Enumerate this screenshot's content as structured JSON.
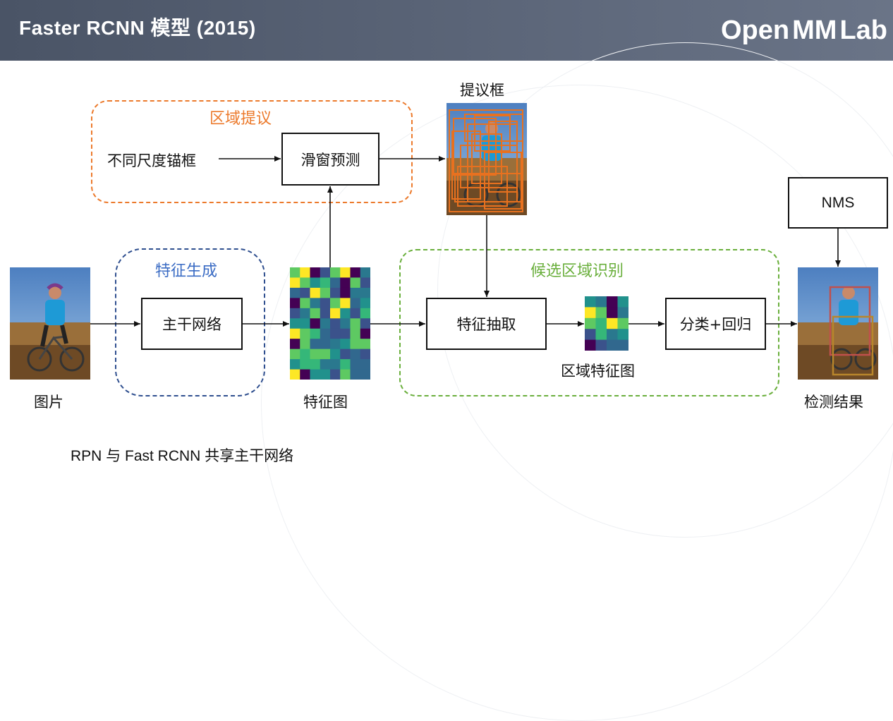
{
  "header": {
    "title": "Faster RCNN 模型 (2015)",
    "logo_left": "Open",
    "logo_mid": "MM",
    "logo_right": "Lab"
  },
  "groups": {
    "rpn": "区域提议",
    "backbone": "特征生成",
    "roi": "候选区域识别"
  },
  "boxes": {
    "sliding": "滑窗预测",
    "backbone": "主干网络",
    "extract": "特征抽取",
    "cls": "分类+回归",
    "nms": "NMS"
  },
  "labels": {
    "anchors": "不同尺度锚框",
    "proposals": "提议框",
    "image": "图片",
    "featmap": "特征图",
    "roifeat": "区域特征图",
    "result": "检测结果"
  },
  "footnote": "RPN 与 Fast RCNN 共享主干网络",
  "colors": {
    "orange": "#ec7a2c",
    "blue": "#2f4f8f",
    "green": "#6aaf3c",
    "box_red": "#c0504d",
    "box_gold": "#b8862b"
  }
}
